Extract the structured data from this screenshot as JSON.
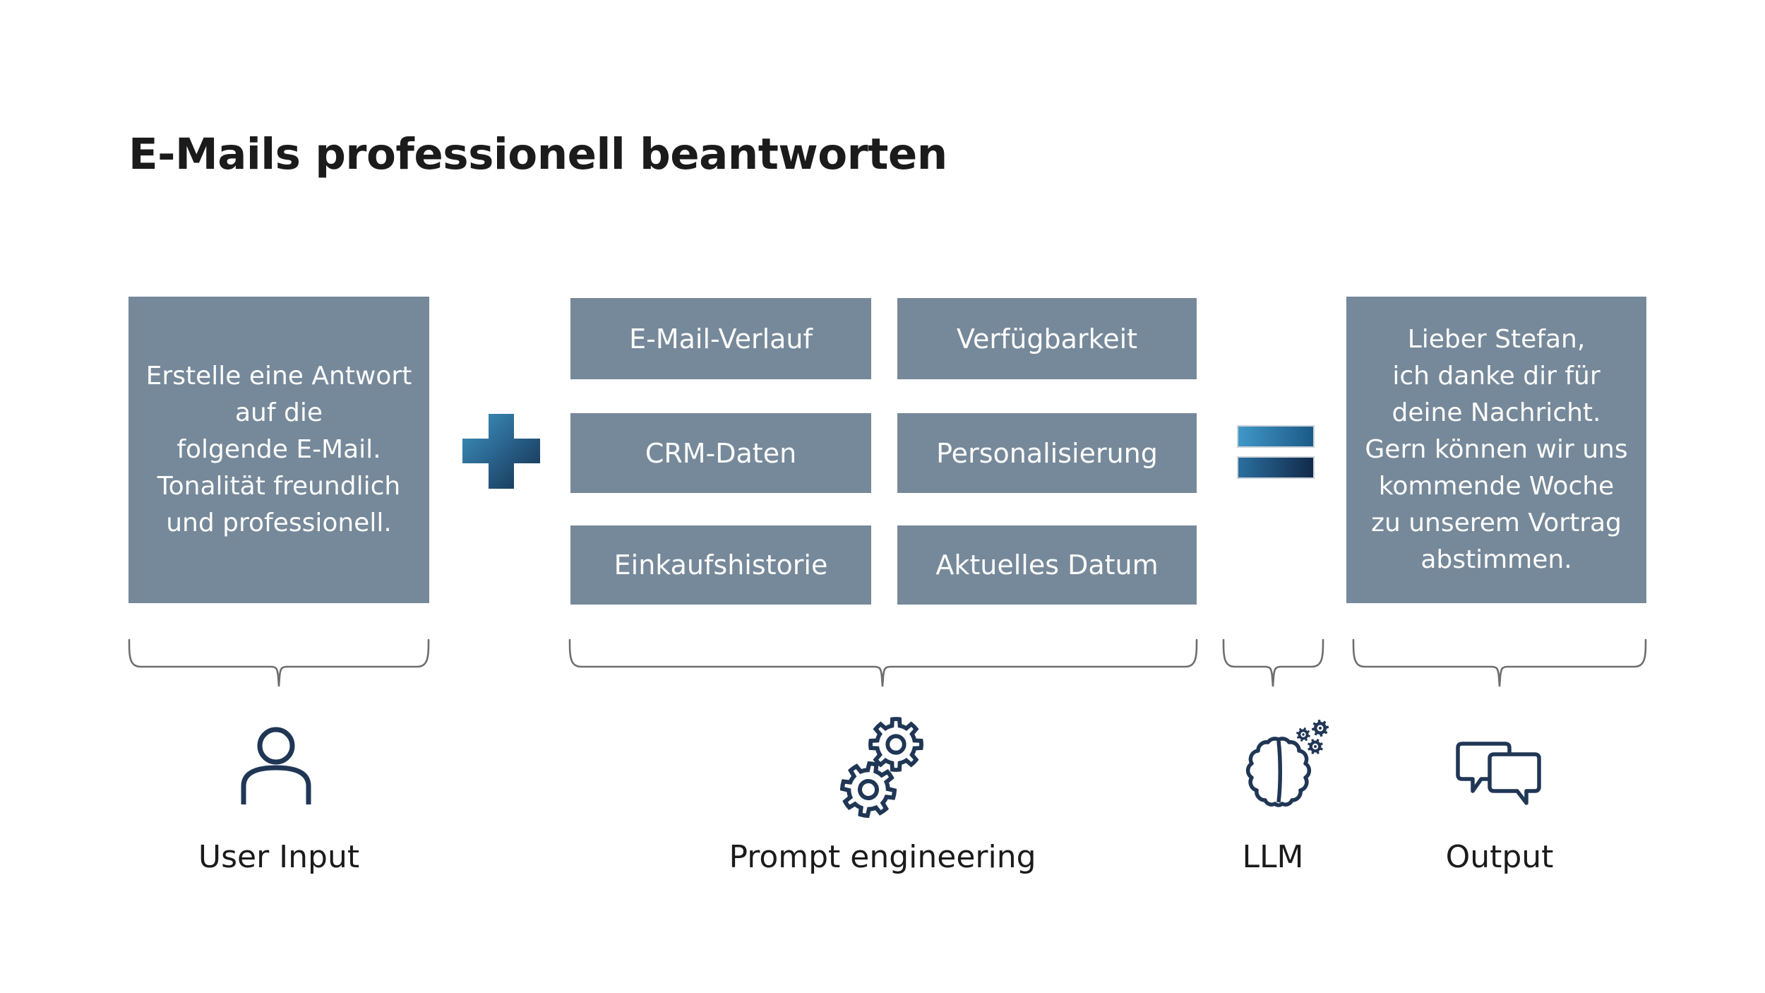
{
  "title": "E-Mails professionell beantworten",
  "diagram": {
    "user_input_box": {
      "text": "Erstelle eine Antwort\nauf die\nfolgende E-Mail.\nTonalität freundlich\nund professionell."
    },
    "prompt_boxes": [
      "E-Mail-Verlauf",
      "Verfügbarkeit",
      "CRM-Daten",
      "Personalisierung",
      "Einkaufshistorie",
      "Aktuelles Datum"
    ],
    "output_box": {
      "text": "Lieber Stefan,\nich danke dir für\ndeine Nachricht.\nGern können wir uns\nkommende Woche\nzu unserem Vortrag\nabstimmen."
    },
    "operators": {
      "combine": "plus-icon",
      "result": "equals-icon"
    },
    "labels": {
      "user_input": "User Input",
      "prompt_engineering": "Prompt engineering",
      "llm": "LLM",
      "output": "Output"
    },
    "icons": {
      "user_input": "person-icon",
      "prompt_engineering": "gears-icon",
      "llm": "brain-with-gears-icon",
      "output": "chat-bubbles-icon"
    },
    "colors": {
      "box_fill": "#76899a",
      "box_text": "#fdfdfd",
      "icon_navy": "#203655",
      "plus_gradient": [
        "#3e95c5",
        "#142e4e"
      ],
      "equals_top_gradient": [
        "#4097c6",
        "#1c5a88"
      ],
      "equals_bottom_gradient": [
        "#2a6f9f",
        "#122a49"
      ],
      "title_text": "#1b1b1b",
      "brace": "#6e6e6e",
      "background": "#ffffff"
    }
  }
}
